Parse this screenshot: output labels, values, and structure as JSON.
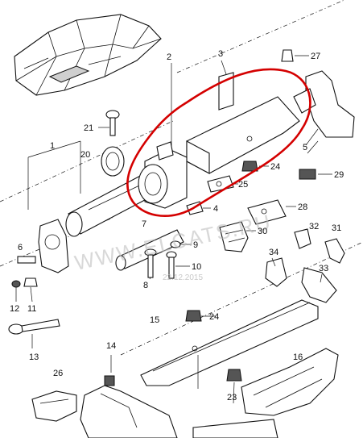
{
  "diagram": {
    "callouts": [
      "1",
      "2",
      "3",
      "4",
      "5",
      "6",
      "7",
      "8",
      "9",
      "10",
      "11",
      "12",
      "13",
      "14",
      "15",
      "16",
      "20",
      "21",
      "23",
      "24",
      "24",
      "25",
      "26",
      "27",
      "28",
      "29",
      "30",
      "31",
      "32",
      "33",
      "34"
    ],
    "watermark": "WWW.ELCATS.RU",
    "watermark_date": "22.12.2015"
  },
  "highlight_color": "#d40000"
}
